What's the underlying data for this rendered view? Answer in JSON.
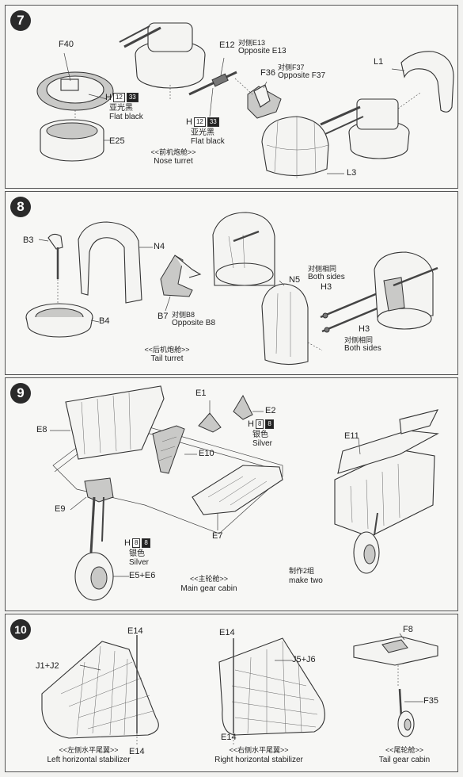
{
  "steps": [
    {
      "number": "7"
    },
    {
      "number": "8"
    },
    {
      "number": "9"
    },
    {
      "number": "10"
    }
  ],
  "step7": {
    "f40": "F40",
    "e25": "E25",
    "e12": "E12",
    "e12_note_cn": "对侧E13",
    "e12_note_en": "Opposite E13",
    "f36": "F36",
    "f36_note_cn": "对侧F37",
    "f36_note_en": "Opposite F37",
    "l1": "L1",
    "l3": "L3",
    "paint1": {
      "letter": "H",
      "code": "12",
      "code2": "33",
      "cn": "亚光黑",
      "en": "Flat black"
    },
    "paint2": {
      "letter": "H",
      "code": "12",
      "code2": "33",
      "cn": "亚光黑",
      "en": "Flat black"
    },
    "caption_cn": "<<前机炮舱>>",
    "caption_en": "Nose turret"
  },
  "step8": {
    "b3": "B3",
    "b4": "B4",
    "n4": "N4",
    "b7": "B7",
    "b7_note_cn": "对侧B8",
    "b7_note_en": "Opposite B8",
    "n5": "N5",
    "h3a": "H3",
    "h3a_cn": "对侧相同",
    "h3a_en": "Both sides",
    "h3b": "H3",
    "h3b_cn": "对侧相同",
    "h3b_en": "Both sides",
    "caption_cn": "<<后机炮舱>>",
    "caption_en": "Tail turret"
  },
  "step9": {
    "e1": "E1",
    "e2": "E2",
    "e8": "E8",
    "e10": "E10",
    "e9": "E9",
    "e7": "E7",
    "e11": "E11",
    "e5e6": "E5+E6",
    "paint1": {
      "letter": "H",
      "code": "8",
      "code2": "8",
      "cn": "银色",
      "en": "Silver"
    },
    "paint2": {
      "letter": "H",
      "code": "8",
      "code2": "8",
      "cn": "银色",
      "en": "Silver"
    },
    "caption_cn": "<<主轮舱>>",
    "caption_en": "Main gear cabin",
    "make_cn": "制作2组",
    "make_en": "make two"
  },
  "step10": {
    "e14a": "E14",
    "e14b": "E14",
    "e14c": "E14",
    "e14d": "E14",
    "j1j2": "J1+J2",
    "j5j6": "J5+J6",
    "f8": "F8",
    "f35": "F35",
    "cap_left_cn": "<<左侧水平尾翼>>",
    "cap_left_en": "Left horizontal stabilizer",
    "cap_right_cn": "<<右侧水平尾翼>>",
    "cap_right_en": "Right horizontal stabilizer",
    "cap_tail_cn": "<<尾轮舱>>",
    "cap_tail_en": "Tail gear cabin"
  }
}
